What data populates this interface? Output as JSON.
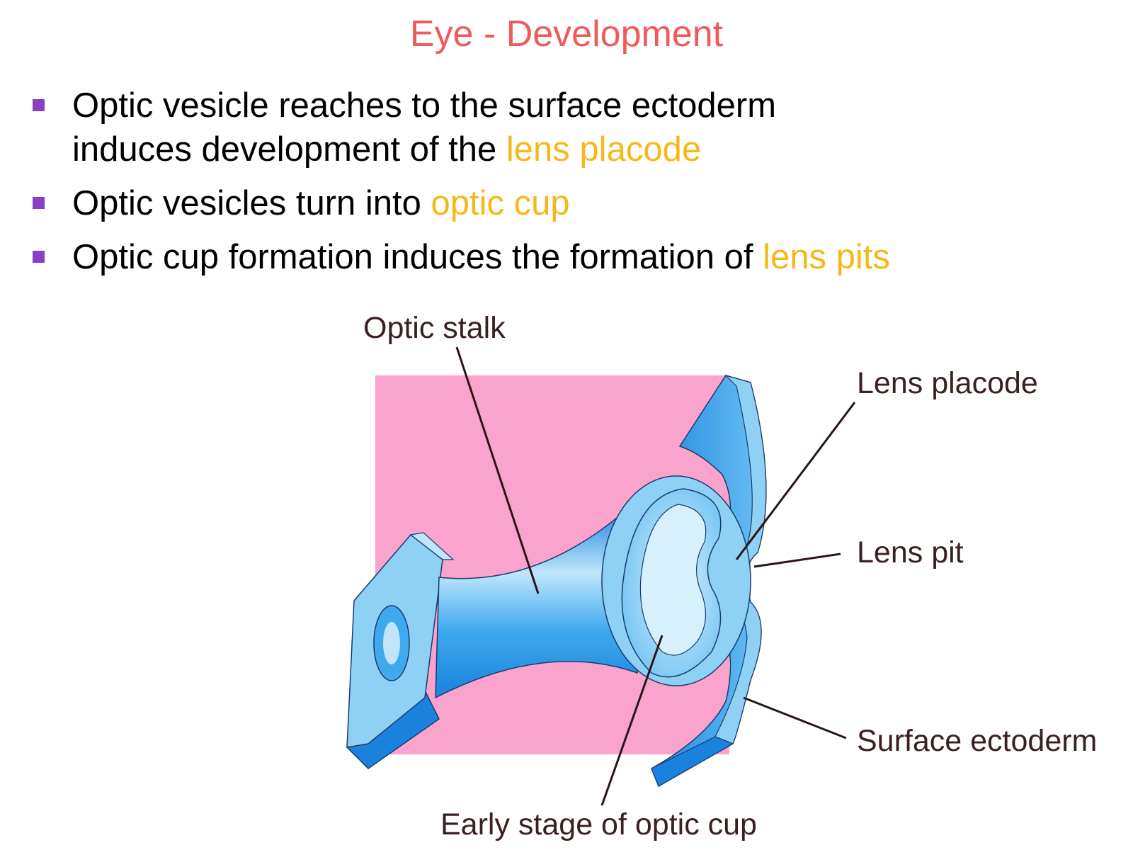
{
  "slide": {
    "title": "Eye - Development",
    "bullets": [
      {
        "before": "Optic vesicle reaches to the surface ectoderm",
        "before2": "induces development of the ",
        "highlight": "lens placode"
      },
      {
        "before": "Optic vesicles turn into ",
        "highlight": "optic cup"
      },
      {
        "before": "Optic cup formation induces the formation of ",
        "highlight": "lens pits"
      }
    ],
    "highlight_color": "#f5b818",
    "title_color": "#f05a5a",
    "bullet_marker_color": "#8a3fc4"
  },
  "diagram": {
    "labels": {
      "optic_stalk": "Optic stalk",
      "lens_placode": "Lens placode",
      "lens_pit": "Lens pit",
      "surface_ectoderm": "Surface ectoderm",
      "early_optic_cup": "Early stage of optic cup"
    },
    "colors": {
      "background_square": "#f9a3cd",
      "tissue_light": "#8fd0f5",
      "tissue_mid": "#3fa9ee",
      "tissue_dark": "#1a82dc",
      "outline": "#1a3b6b",
      "leader_line": "#2a1515"
    }
  }
}
